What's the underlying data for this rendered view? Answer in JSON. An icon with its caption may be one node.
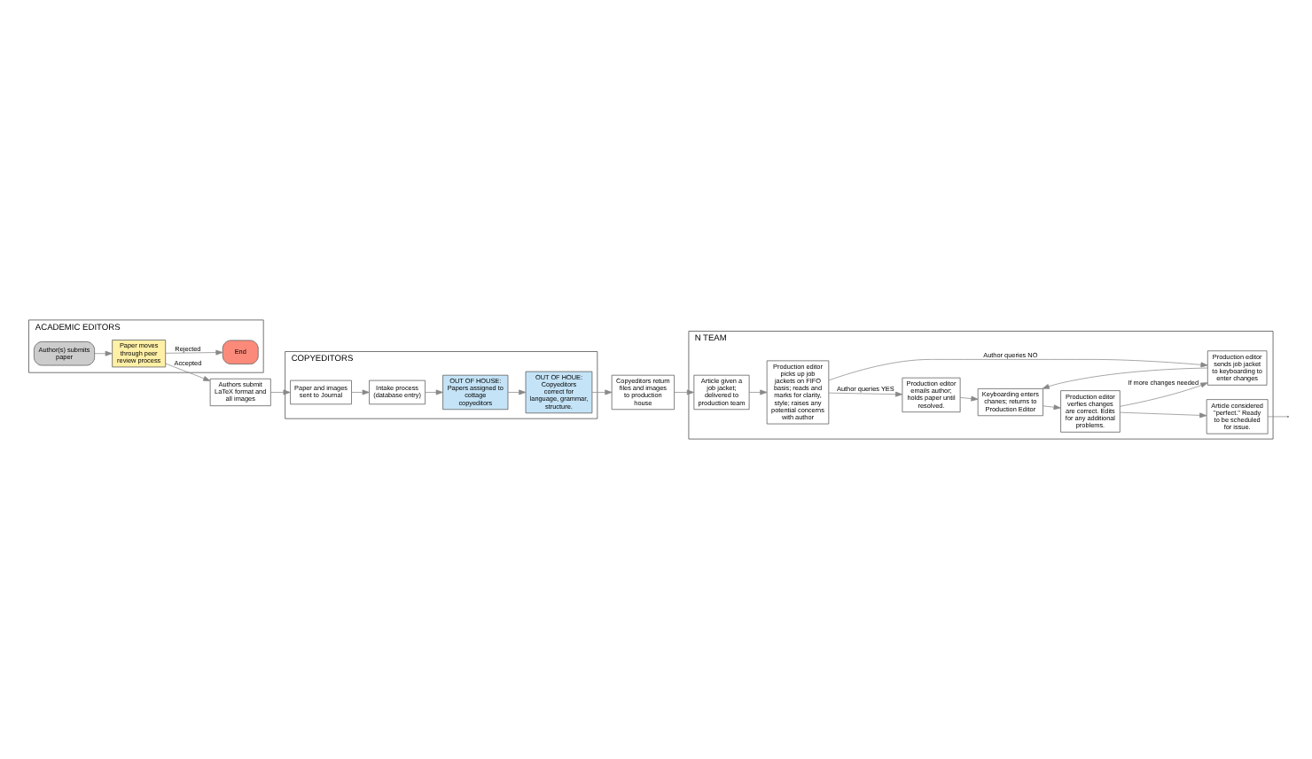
{
  "diagram": {
    "nodes": [
      {
        "text": [
          "ACADEMIC EDITORS"
        ]
      },
      {
        "text": [
          "Author(s) submits paper"
        ],
        "in": 0
      },
      {
        "text": [
          "Paper moves through peer review process"
        ],
        "in": 0
      },
      {
        "text": [
          "End"
        ],
        "in": 0
      },
      {
        "text": [
          "Authors submit LaTeX format and all images"
        ]
      },
      {
        "text": [
          "COPYEDITORS"
        ]
      },
      {
        "text": [
          "Paper and images sent to Journal"
        ],
        "in": 5
      },
      {
        "text": [
          "Intake process (database entry)"
        ],
        "in": 5
      },
      {
        "text": [
          "OUT OF HOUSE: Papers assigned to cottage copyeditors"
        ],
        "in": 5
      },
      {
        "text": [
          "OUT OF HOUE: Copyeditors correct for language, grammar, structure."
        ],
        "in": 5
      },
      {
        "text": [
          "Copyeditors return files and images to production house"
        ]
      },
      {
        "text": [
          "N TEAM"
        ]
      },
      {
        "text": [
          "Article given a job jacket; delivered to production team"
        ],
        "in": 11
      },
      {
        "text": [
          "Production editor picks up job jackets on FIFO basis; reads and marks for clarity, style; raises any potential concerns with author"
        ],
        "in": 11
      },
      {
        "text": [
          "Production editor emails author; holds paper until resolved."
        ],
        "in": 11
      },
      {
        "text": [
          "Production editor sends job jacket to keyboarding to enter changes"
        ],
        "in": 11
      },
      {
        "text": [
          "Keyboarding enters chanes; returns to Production Editor"
        ],
        "in": 11
      },
      {
        "text": [
          "Production editor verfies changes are correct. Edits for any additional problems."
        ],
        "in": 11
      },
      {
        "text": [
          "Article considered \"perfect.\" Ready to be scheduled for issue."
        ],
        "in": 11
      }
    ],
    "edges": [
      {
        "from": 1,
        "to": 2,
        "arrow": "to"
      },
      {
        "from": 2,
        "to": 3,
        "arrow": "to",
        "label": "Rejected"
      },
      {
        "from": 2,
        "to": 4,
        "arrow": "to",
        "label": "Accepted"
      },
      {
        "from": 4,
        "to": 6,
        "arrow": "to"
      },
      {
        "from": 6,
        "to": 7,
        "arrow": "to"
      },
      {
        "from": 7,
        "to": 8,
        "arrow": "to"
      },
      {
        "from": 8,
        "to": 9,
        "arrow": "to"
      },
      {
        "from": 9,
        "to": 10,
        "arrow": "to"
      },
      {
        "from": 10,
        "to": 12,
        "arrow": "to"
      },
      {
        "from": 12,
        "to": 13,
        "arrow": "to"
      },
      {
        "from": 13,
        "to": 14,
        "arrow": "to",
        "label": "Author queries YES"
      },
      {
        "from": 13,
        "to": 15,
        "arrow": "to",
        "label": "Author queries NO"
      },
      {
        "from": 14,
        "to": 16,
        "arrow": "to"
      },
      {
        "from": 15,
        "to": 16,
        "arrow": "to"
      },
      {
        "from": 16,
        "to": 17,
        "arrow": "to"
      },
      {
        "from": 17,
        "to": 18,
        "arrow": "to"
      },
      {
        "from": 17,
        "to": 15,
        "arrow": "to",
        "label": "If more changes needed"
      },
      {
        "from": 18,
        "to": null,
        "arrow": "none"
      }
    ]
  }
}
